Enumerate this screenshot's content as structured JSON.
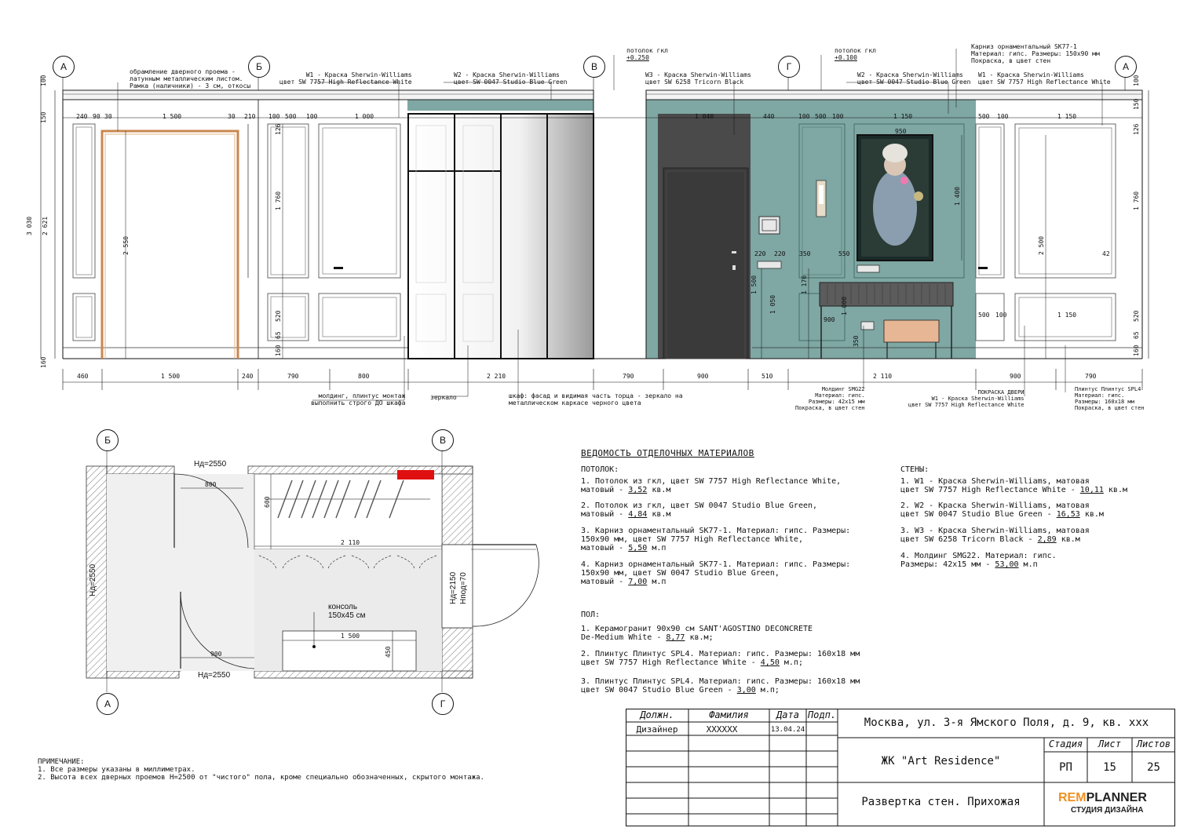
{
  "axes": {
    "A": "А",
    "B": "Б",
    "V": "В",
    "G": "Г"
  },
  "elevation": {
    "callouts": {
      "door_frame": [
        "обрамление дверного проема -",
        "латунным металлическим листом.",
        "Рамка (наличники) - 3 см, откосы"
      ],
      "w1_left": [
        "W1 - Краска Sherwin-Williams",
        "цвет SW 7757 High Reflectance White"
      ],
      "w2": [
        "W2 - Краска Sherwin-Williams",
        "цвет SW 0047 Studio Blue Green"
      ],
      "ceiling1": [
        "потолок гкл",
        "+0.250"
      ],
      "w3": [
        "W3 - Краска Sherwin-Williams",
        "цвет SW 6258 Tricorn Black"
      ],
      "ceiling2": [
        "потолок гкл",
        "+0.100"
      ],
      "w2_right": [
        "W2 - Краска Sherwin-Williams",
        "цвет SW 0047 Studio Blue Green"
      ],
      "cornice": [
        "Карниз орнаментальный SK77-1",
        "Материал: гипс. Размеры: 150х90 мм",
        "Покраска, в цвет стен"
      ],
      "w1_right": [
        "W1 - Краска Sherwin-Williams",
        "цвет SW 7757 High Reflectance White"
      ],
      "molding_note": [
        "молдинг, плинтус монтаж",
        "выполнить строго ДО шкафа"
      ],
      "mirror": [
        "зеркало"
      ],
      "wardrobe": [
        "шкаф: фасад и видимая часть торца - зеркало на",
        "металлическом каркасе черного цвета"
      ],
      "molding_smg": [
        "Молдинг SMG22",
        "Материал: гипс.",
        "Размеры: 42х15 мм",
        "Покраска, в цвет стен"
      ],
      "door_paint": [
        "ПОКРАСКА ДВЕРИ",
        "W1 - Краска Sherwin-Williams",
        "цвет SW 7757 High Reflectance White"
      ],
      "plinth": [
        "Плинтус Плинтус SPL4",
        "Материал: гипс.",
        "Размеры: 160х18 мм",
        "Покраска, в цвет стен"
      ]
    },
    "dims_top": [
      "240",
      "90",
      "30",
      "1 500",
      "30",
      "210",
      "100",
      "500",
      "100",
      "1 000",
      "1 040",
      "440",
      "100",
      "500",
      "100",
      "1 150",
      "950",
      "500",
      "100",
      "1 150"
    ],
    "dims_bottom": [
      "460",
      "1 500",
      "240",
      "790",
      "800",
      "2 210",
      "790",
      "900",
      "510",
      "2 110",
      "900",
      "790"
    ],
    "dims_left": [
      "100",
      "150",
      "3 030",
      "2 621",
      "160"
    ],
    "dims_inner": [
      "2 550",
      "1 760",
      "520",
      "126",
      "65",
      "160",
      "1 500",
      "1 050",
      "1 170",
      "1 000",
      "350",
      "1 400",
      "550",
      "220",
      "220",
      "350",
      "900",
      "350",
      "2 500",
      "520",
      "1 760",
      "126",
      "65",
      "160",
      "42"
    ]
  },
  "plan": {
    "door_labels": [
      "Нд=2550",
      "Нд=2550",
      "Нд=2550",
      "Нд=2150",
      "Нпод=70"
    ],
    "dims": [
      "800",
      "600",
      "2 110",
      "900",
      "1 500",
      "450"
    ],
    "console": [
      "консоль",
      "150х45 см"
    ]
  },
  "spec": {
    "title": "ВЕДОМОСТЬ ОТДЕЛОЧНЫХ МАТЕРИАЛОВ",
    "ceiling_h": "ПОТОЛОК:",
    "ceiling": [
      {
        "t": "1. Потолок из гкл, цвет SW 7757 High Reflectance White,\nматовый - ",
        "v": "3,52",
        "u": " кв.м"
      },
      {
        "t": "2. Потолок из гкл, цвет SW 0047 Studio Blue Green,\nматовый - ",
        "v": "4,84",
        "u": " кв.м"
      },
      {
        "t": "3. Карниз орнаментальный SK77-1. Материал: гипс. Размеры:\n150х90 мм, цвет SW 7757 High Reflectance White,\nматовый - ",
        "v": "5,50",
        "u": " м.п"
      },
      {
        "t": "4. Карниз орнаментальный SK77-1. Материал: гипс. Размеры:\n150х90 мм, цвет SW 0047 Studio Blue Green,\nматовый - ",
        "v": "7,00",
        "u": " м.п"
      }
    ],
    "floor_h": "ПОЛ:",
    "floor": [
      {
        "t": "1. Керамогранит 90х90 см SANT'AGOSTINO DECONCRETE\nDe-Medium White - ",
        "v": "8,77",
        "u": " кв.м;"
      },
      {
        "t": "2. Плинтус Плинтус SPL4. Материал: гипс. Размеры: 160х18 мм\nцвет SW 7757 High Reflectance White - ",
        "v": "4,50",
        "u": " м.п;"
      },
      {
        "t": "3. Плинтус Плинтус SPL4. Материал: гипс. Размеры: 160х18 мм\nцвет SW 0047 Studio Blue Green - ",
        "v": "3,00",
        "u": " м.п;"
      }
    ],
    "walls_h": "СТЕНЫ:",
    "walls": [
      {
        "t": "1. W1 - Краска Sherwin-Williams, матовая\nцвет SW 7757 High Reflectance White - ",
        "v": "10,11",
        "u": " кв.м"
      },
      {
        "t": "2. W2 - Краска Sherwin-Williams, матовая\nцвет SW 0047 Studio Blue Green - ",
        "v": "16,53",
        "u": " кв.м"
      },
      {
        "t": "3. W3 - Краска Sherwin-Williams, матовая\nцвет SW 6258 Tricorn Black - ",
        "v": "2,89",
        "u": " кв.м"
      },
      {
        "t": "4. Молдинг SMG22. Материал: гипс.\nРазмеры: 42х15 мм - ",
        "v": "53,00",
        "u": " м.п"
      }
    ]
  },
  "notes": {
    "title": "ПРИМЕЧАНИЕ:",
    "lines": [
      "1. Все размеры указаны в миллиметрах.",
      "2. Высота всех дверных проемов Н=2500 от \"чистого\" пола, кроме специально обозначенных, скрытого монтажа."
    ]
  },
  "stamp": {
    "col_pos": "Должн.",
    "col_name": "Фамилия",
    "col_date": "Дата",
    "col_sign": "Подп.",
    "role": "Дизайнер",
    "surname": "XXXXXX",
    "date": "13.04.24",
    "address": "Москва, ул. 3-я Ямского Поля, д. 9, кв. ххх",
    "project": "ЖК \"Art Residence\"",
    "sheet_title": "Развертка стен. Прихожая",
    "stage_h": "Стадия",
    "sheet_h": "Лист",
    "sheets_h": "Листов",
    "stage": "РП",
    "sheet": "15",
    "sheets": "25",
    "logo_a": "REM",
    "logo_b": "PLANNER",
    "logo_sub": "СТУДИЯ ДИЗАЙНА"
  },
  "colors": {
    "wall_green": "#7fa7a4",
    "black_wall": "#4a4a4a",
    "brass": "#c8874f",
    "red_mark": "#e01010",
    "logo_orange": "#f0901e"
  }
}
